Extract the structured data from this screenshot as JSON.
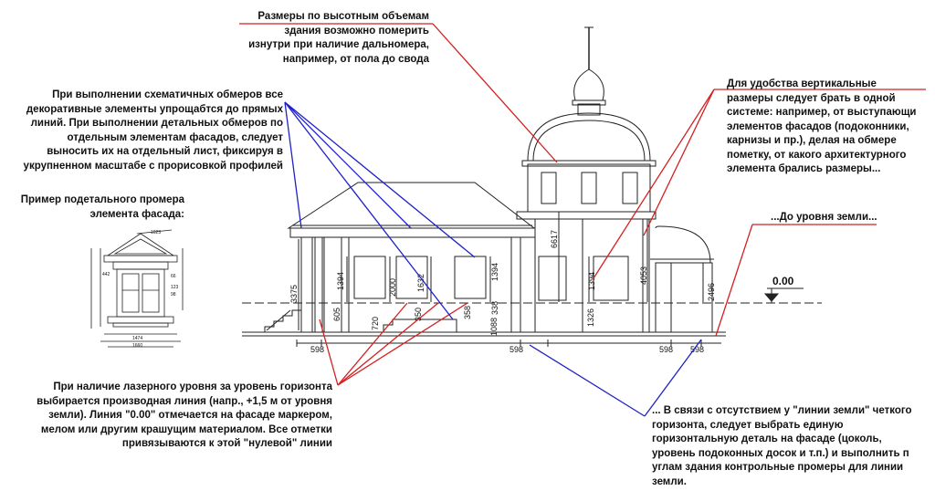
{
  "notes": {
    "height_volumes": [
      "Размеры по высотным объемам",
      "здания возможно померить",
      "изнутри при наличие дальномера,",
      "например, от пола до свода"
    ],
    "schematic": [
      "При выполнении схематичных обмеров все",
      "декоративные элементы упрощабтся до прямых",
      "линий. При выполнении детальных обмеров по",
      "отдельным элементам фасадов, следует",
      "выносить их на отдельный лист, фиксируя в",
      "укрупненном масштабе с прорисовкой профилей"
    ],
    "detail_example": [
      "Пример подетального промера",
      "элемента фасада:"
    ],
    "vertical_system": [
      "Для удобства вертикальные",
      "размеры следует брать в одной",
      "системе: например, от выступающи",
      "элементов фасадов (подоконники,",
      "карнизы и пр.), делая на обмере",
      "пометку, от какого архитектурного",
      "элемента брались размеры..."
    ],
    "ground_level": "...До уровня земли...",
    "zero_mark": "0.00",
    "laser_level": [
      "При наличие лазерного уровня за уровень горизонта",
      "выбирается производная линия (напр., +1,5 м от уровня",
      "земли). Линия \"0.00\" отмечается на фасаде маркером,",
      "мелом или другим крашущим материалом. Все отметки",
      "привязываются к этой \"нулевой\" линии"
    ],
    "no_ground_line": [
      "... В связи с отсутствием у \"линии земли\" четкого",
      "горизонта, следует выбрать единую",
      "горизонтальную деталь на фасаде (цоколь,",
      "уровень подоконных досок и т.п.) и выполнить п",
      "углам здания контрольные промеры для линии",
      "земли."
    ]
  },
  "dimensions": {
    "d3375": "3375",
    "d1394a": "1394",
    "d605": "605",
    "d2000": "2000",
    "d1632": "1632",
    "d1394b": "1394",
    "d720": "720",
    "d350": "350",
    "d358": "358",
    "d338": "338",
    "d1088": "1088",
    "d6617": "6617",
    "d1394c": "1394",
    "d1326": "1326",
    "d4053": "4053",
    "d2496": "2496",
    "d598a": "598",
    "d598b": "598",
    "d598c": "598",
    "d598d": "598"
  },
  "detail_dims": {
    "w1": "1023",
    "w2": "1474",
    "w3": "1660",
    "s1": "442",
    "s2": "66",
    "s3": "123",
    "s4": "98"
  },
  "colors": {
    "red": "#d42020",
    "blue": "#2020c8",
    "line": "#222222"
  }
}
